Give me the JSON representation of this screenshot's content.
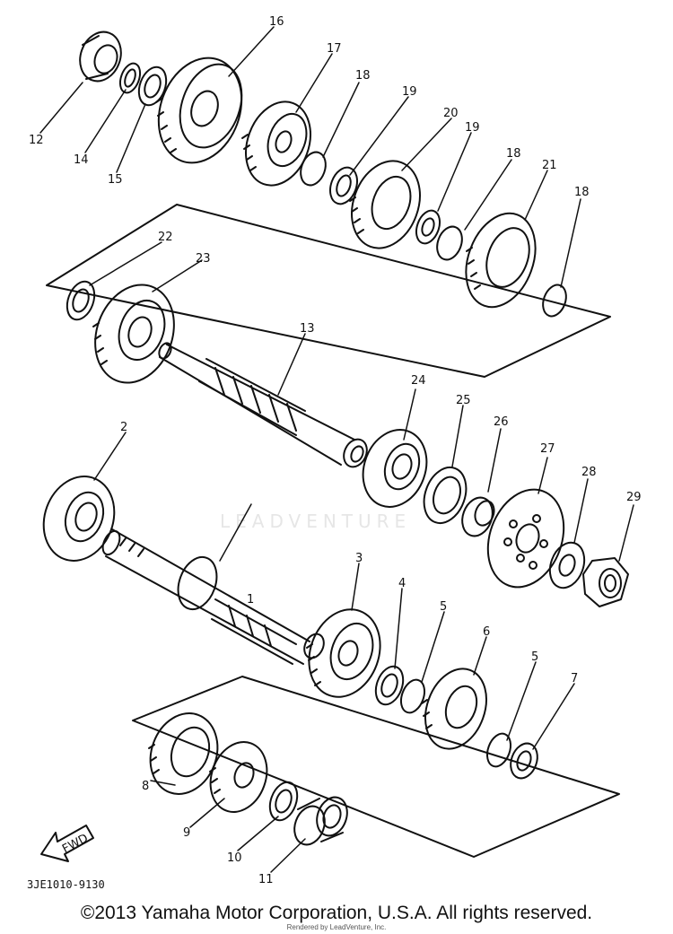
{
  "diagram": {
    "callouts": [
      "1",
      "2",
      "3",
      "4",
      "5",
      "5",
      "6",
      "7",
      "8",
      "9",
      "10",
      "11",
      "12",
      "13",
      "14",
      "15",
      "16",
      "17",
      "18",
      "18",
      "18",
      "19",
      "19",
      "20",
      "21",
      "22",
      "23",
      "24",
      "25",
      "26",
      "27",
      "28",
      "29"
    ],
    "fwd_label": "FWD",
    "drawing_code": "3JE1010-9130",
    "watermark": "LEADVENTURE"
  },
  "footer": {
    "copyright": "©2013 Yamaha Motor Corporation, U.S.A. All rights reserved.",
    "rendered_by": "Rendered by LeadVenture, Inc."
  }
}
